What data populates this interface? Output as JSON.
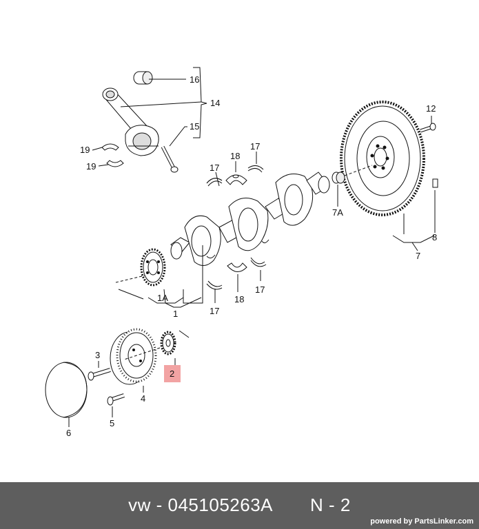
{
  "diagram": {
    "callouts": [
      {
        "id": "c16",
        "text": "16"
      },
      {
        "id": "c14",
        "text": "14"
      },
      {
        "id": "c15",
        "text": "15"
      },
      {
        "id": "c19a",
        "text": "19"
      },
      {
        "id": "c19b",
        "text": "19"
      },
      {
        "id": "c18a",
        "text": "18"
      },
      {
        "id": "c17a",
        "text": "17"
      },
      {
        "id": "c17b",
        "text": "17"
      },
      {
        "id": "c12",
        "text": "12"
      },
      {
        "id": "c7A",
        "text": "7A"
      },
      {
        "id": "c8",
        "text": "8"
      },
      {
        "id": "c7",
        "text": "7"
      },
      {
        "id": "c1A",
        "text": "1A"
      },
      {
        "id": "c1",
        "text": "1"
      },
      {
        "id": "c18b",
        "text": "18"
      },
      {
        "id": "c17c",
        "text": "17"
      },
      {
        "id": "c17d",
        "text": "17"
      },
      {
        "id": "c3",
        "text": "3"
      },
      {
        "id": "c2",
        "text": "2"
      },
      {
        "id": "c4",
        "text": "4"
      },
      {
        "id": "c5",
        "text": "5"
      },
      {
        "id": "c6",
        "text": "6"
      }
    ],
    "highlight": {
      "callout": "2",
      "color": "#f2a3a3"
    }
  },
  "footer": {
    "brand": "vw",
    "part_number": "045105263A",
    "position": "N - 2",
    "powered_by": "powered by PartsLinker.com",
    "background": "#5e5e5e"
  }
}
